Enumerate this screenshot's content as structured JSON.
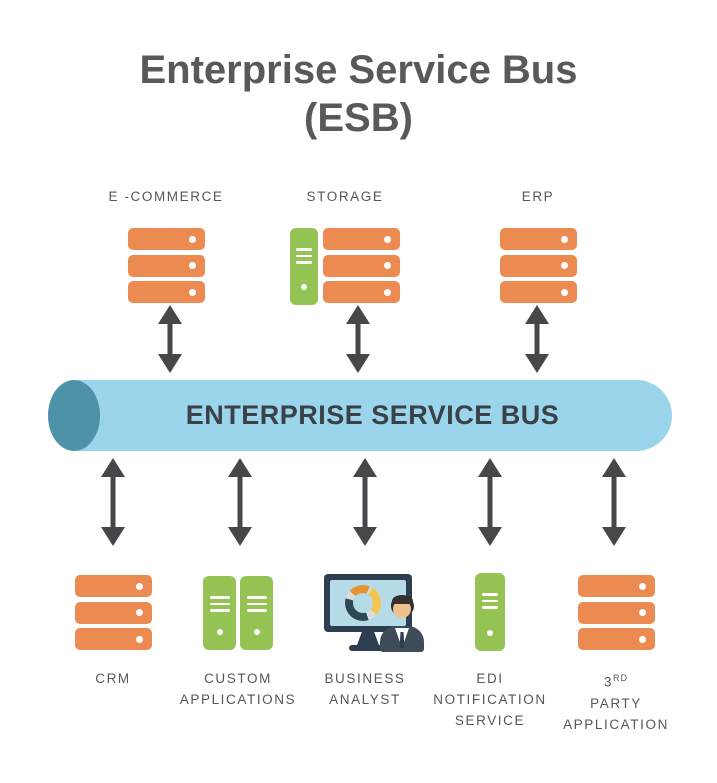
{
  "title": {
    "line1": "Enterprise Service Bus",
    "line2": "(ESB)"
  },
  "bus": {
    "label": "ENTERPRISE SERVICE BUS",
    "shape": "horizontal-cylinder-pipe"
  },
  "top_nodes": [
    {
      "id": "e-commerce",
      "label": "E -COMMERCE",
      "icon": "server-stack"
    },
    {
      "id": "storage",
      "label": "STORAGE",
      "icon": "server-tower-and-stack"
    },
    {
      "id": "erp",
      "label": "ERP",
      "icon": "server-stack"
    }
  ],
  "bottom_nodes": [
    {
      "id": "crm",
      "lines": [
        "CRM"
      ],
      "icon": "server-stack"
    },
    {
      "id": "custom-applications",
      "lines": [
        "CUSTOM",
        "APPLICATIONS"
      ],
      "icon": "dual-server-towers"
    },
    {
      "id": "business-analyst",
      "lines": [
        "BUSINESS",
        "ANALYST"
      ],
      "icon": "analyst-monitor-with-donut-chart"
    },
    {
      "id": "edi-notification-service",
      "lines": [
        "EDI",
        "NOTIFICATION",
        "SERVICE"
      ],
      "icon": "server-tower"
    },
    {
      "id": "third-party-application",
      "line1_base": "3",
      "line1_sup": "RD",
      "lines": [
        "PARTY",
        "APPLICATION"
      ],
      "icon": "server-stack"
    }
  ],
  "connectors": {
    "type": "bidirectional-vertical-arrow",
    "count_top": 3,
    "count_bottom": 5
  },
  "colors": {
    "orange": "#EC8B51",
    "green": "#95C353",
    "bus_blue": "#9AD5EB",
    "bus_cap": "#4D92A6",
    "arrow": "#45474B",
    "label_text": "#55565C",
    "title_text": "#58595B",
    "bus_text": "#3C4148",
    "monitor_frame": "#2D3E50",
    "screen_blue": "#B5DBE8",
    "donut_yellow": "#F5C34E",
    "donut_orange": "#E79434",
    "donut_navy": "#2F4659",
    "donut_gray": "#D9DDDE",
    "skin": "#EFC28C",
    "hair": "#33302D",
    "suit": "#3E4B59"
  }
}
